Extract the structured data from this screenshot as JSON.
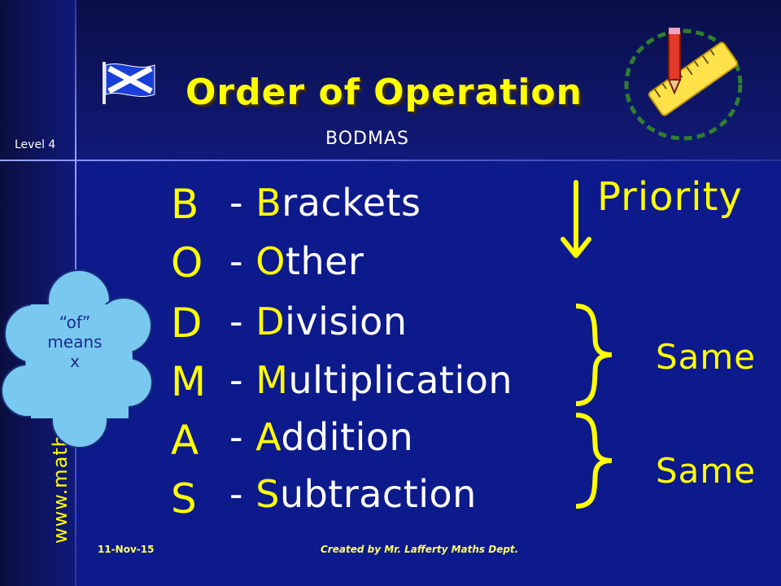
{
  "slide": {
    "title": "Order of Operation",
    "subtitle": "BODMAS",
    "level": "Level 4",
    "website": "www.mathsrevision.com",
    "footer_date": "11-Nov-15",
    "footer_credit": "Created by Mr. Lafferty Maths Dept.",
    "priority_label": "Priority",
    "same_labels": [
      "Same",
      "Same"
    ],
    "cloud": {
      "line1": "“of”",
      "line2": "means",
      "line3": "x"
    }
  },
  "rules": [
    {
      "letter": "B",
      "prefix": "- ",
      "initial": "B",
      "rest": "rackets"
    },
    {
      "letter": "O",
      "prefix": "- ",
      "initial": "O",
      "rest": "ther"
    },
    {
      "letter": "D",
      "prefix": "- ",
      "initial": "D",
      "rest": "ivision"
    },
    {
      "letter": "M",
      "prefix": "- ",
      "initial": "M",
      "rest": "ultiplication"
    },
    {
      "letter": "A",
      "prefix": "- ",
      "initial": "A",
      "rest": "ddition"
    },
    {
      "letter": "S",
      "prefix": "- ",
      "initial": "S",
      "rest": "ubtraction"
    }
  ],
  "colors": {
    "background": "#0d1a8c",
    "accent": "#ffff00",
    "text": "#ffffff",
    "cloud": "#78c8f0"
  },
  "icons": [
    "scotland-flag-icon",
    "ruler-pencil-clipart-icon",
    "down-arrow-icon",
    "brace-icon",
    "cloud-icon"
  ]
}
